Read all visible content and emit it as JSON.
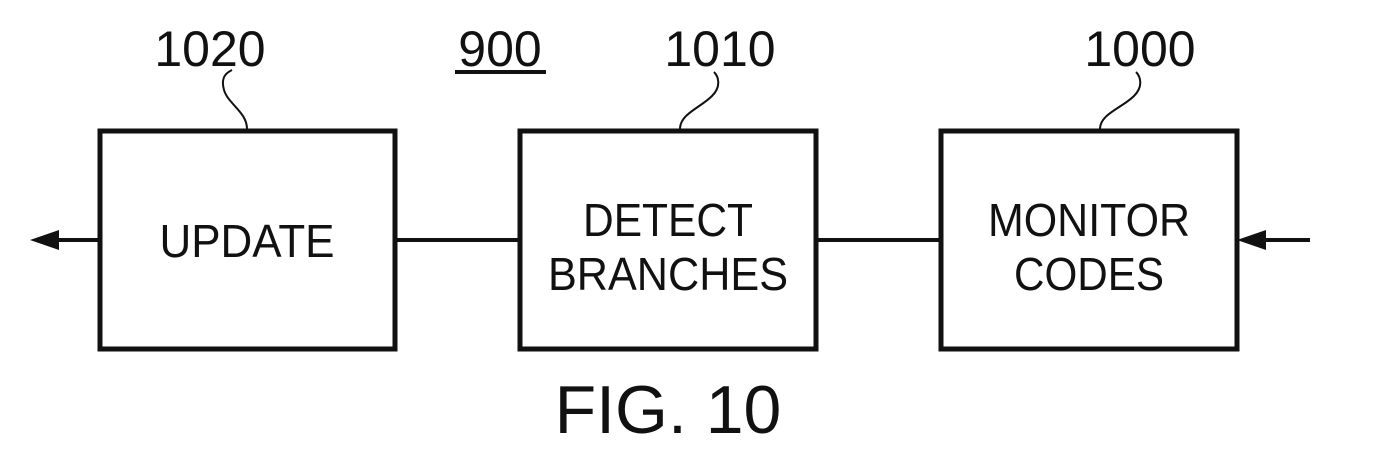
{
  "diagram": {
    "figure_ref": "900",
    "caption": "FIG. 10",
    "blocks": [
      {
        "id": "update",
        "ref": "1020",
        "lines": [
          "UPDATE"
        ]
      },
      {
        "id": "detect-branches",
        "ref": "1010",
        "lines": [
          "DETECT",
          "BRANCHES"
        ]
      },
      {
        "id": "monitor-codes",
        "ref": "1000",
        "lines": [
          "MONITOR",
          "CODES"
        ]
      }
    ]
  }
}
